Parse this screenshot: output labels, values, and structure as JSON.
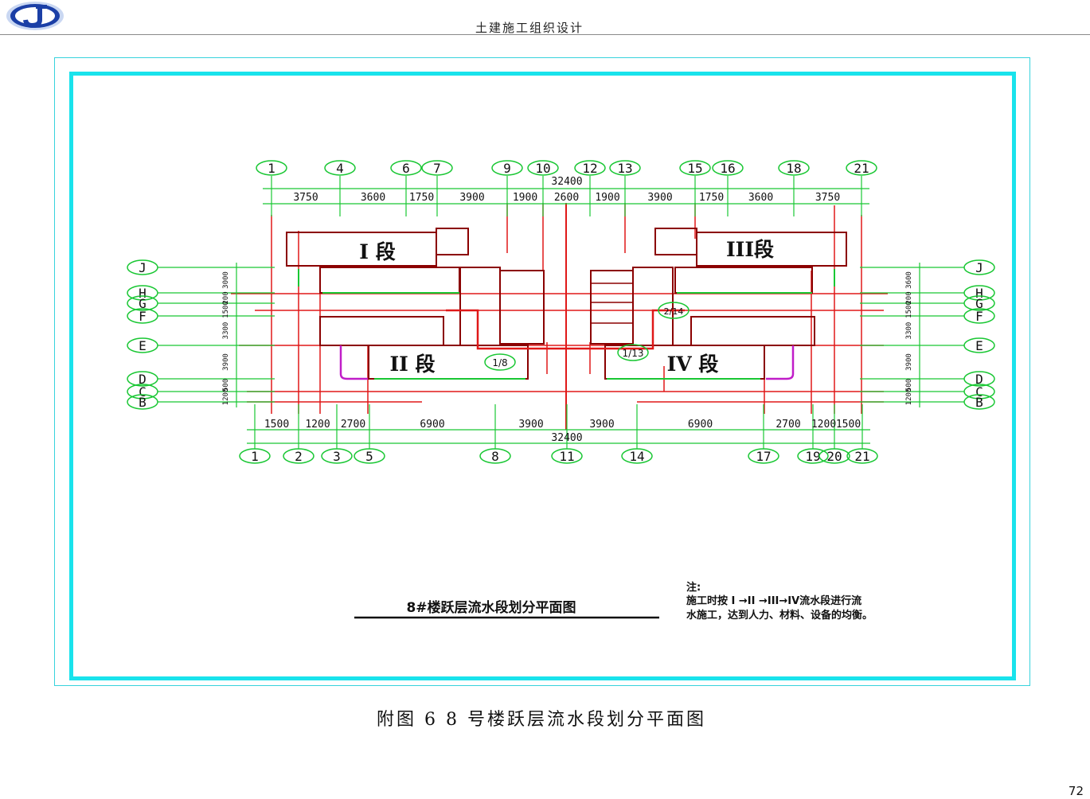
{
  "header": {
    "title": "土建施工组织设计",
    "logo_letter": "J"
  },
  "drawing": {
    "total_dimension": "32400",
    "top_axes": [
      "1",
      "4",
      "6",
      "7",
      "9",
      "10",
      "12",
      "13",
      "15",
      "16",
      "18",
      "21"
    ],
    "top_dimensions": [
      "3750",
      "3600",
      "1750",
      "3900",
      "1900",
      "2600",
      "1900",
      "3900",
      "1750",
      "3600",
      "3750"
    ],
    "bottom_axes": [
      "1",
      "2",
      "3",
      "5",
      "8",
      "11",
      "14",
      "17",
      "19",
      "20",
      "21"
    ],
    "bottom_dimensions": [
      "1500",
      "1200",
      "2700",
      "6900",
      "3900",
      "3900",
      "6900",
      "2700",
      "1200",
      "1500"
    ],
    "row_axes": [
      "J",
      "H",
      "G",
      "F",
      "E",
      "D",
      "C",
      "B"
    ],
    "left_dimensions": [
      "3000",
      "200",
      "1500",
      "3300",
      "3900",
      "500",
      "1200"
    ],
    "right_dimensions": [
      "3600",
      "200",
      "1500",
      "3300",
      "3900",
      "500",
      "1200"
    ],
    "segments": {
      "seg1": "I 段",
      "seg2": "II 段",
      "seg3": "III段",
      "seg4": "IV 段"
    },
    "half_axis_labels": [
      "1/8",
      "1/13",
      "2/14"
    ],
    "plan_title": "8#楼跃层流水段划分平面图",
    "note_title": "注:",
    "note_line1": "施工时按 I →II →III→IV流水段进行流",
    "note_line2": "水施工，达到人力、材料、设备的均衡。"
  },
  "caption": "附图 6    8 号楼跃层流水段划分平面图",
  "page_number": "72",
  "colors": {
    "axis": "#19c733",
    "wall": "#e01818",
    "frame": "#19e3ec",
    "accent": "#c01dc8",
    "logo": "#1b3fa6"
  }
}
